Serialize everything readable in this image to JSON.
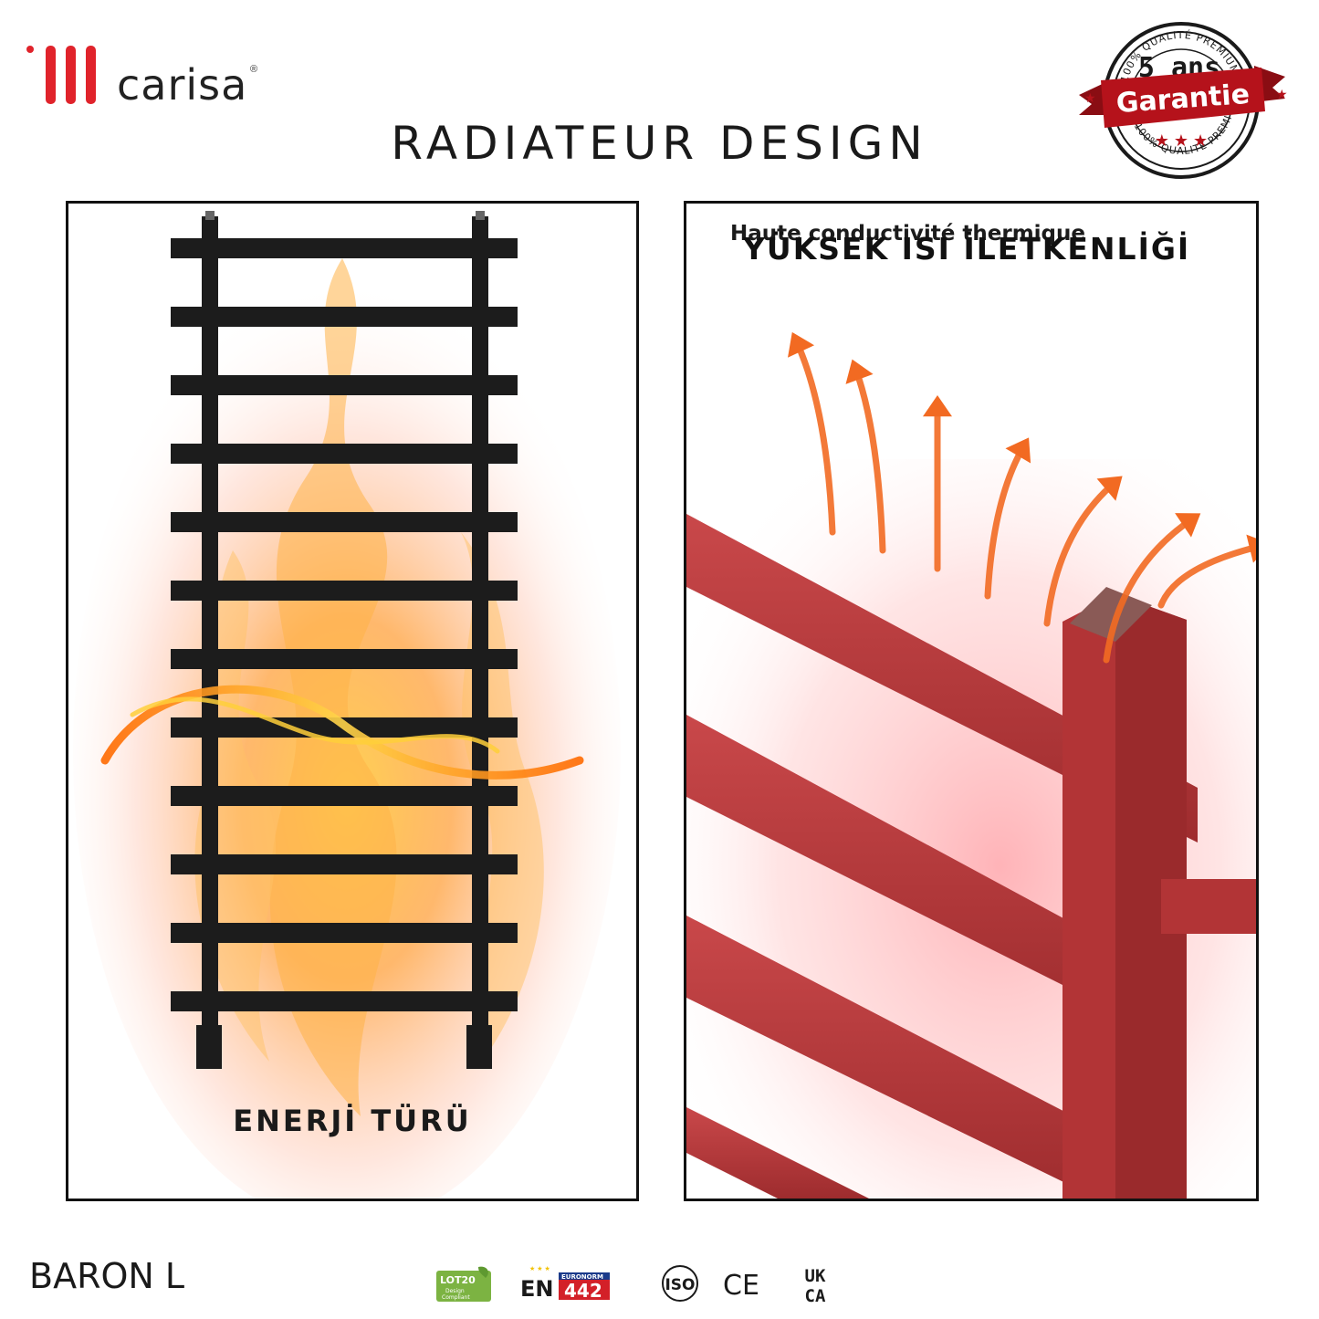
{
  "brand": {
    "name": "carisa",
    "registered": "®",
    "color": "#e0232b"
  },
  "title": "RADIATEUR DESIGN",
  "badge": {
    "top_arc": "100% QUALITÉ PREMIUM",
    "bottom_arc": "100% QUALITÉ PREMIUM",
    "years": "5 ans",
    "ribbon": "Garantie",
    "ribbon_color": "#b5121b"
  },
  "left_panel": {
    "caption": "ENERJİ TÜRÜ",
    "radiator_color": "#1c1c1c",
    "rail_count": 12
  },
  "right_panel": {
    "title_fr": "Haute conductivité thermique",
    "title_tr": "YÜKSEK ISI İLETKENLİĞİ",
    "pipe_color": "#b8383a",
    "arrow_color": "#f26a22"
  },
  "model": "BARON L",
  "certifications": {
    "lot20": {
      "line1": "LOT20",
      "line2": "Design",
      "line3": "Compliant"
    },
    "en": {
      "prefix": "EN",
      "label": "EURONORM",
      "number": "442"
    },
    "iso": "ISO",
    "ce": "CE",
    "ukca": {
      "line1": "UK",
      "line2": "CA"
    }
  }
}
